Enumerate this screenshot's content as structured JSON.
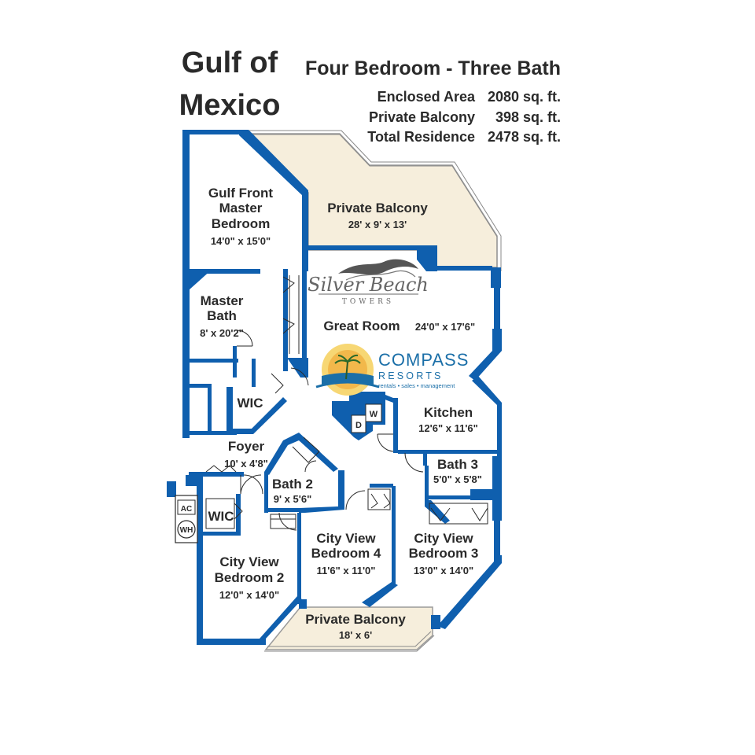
{
  "header": {
    "location_line1": "Gulf of",
    "location_line2": "Mexico",
    "unit_type": "Four Bedroom - Three Bath",
    "areas": [
      {
        "label": "Enclosed Area",
        "value": "2080 sq. ft."
      },
      {
        "label": "Private Balcony",
        "value": "398 sq. ft."
      },
      {
        "label": "Total Residence",
        "value": "2478 sq. ft."
      }
    ]
  },
  "rooms": {
    "master_bedroom": {
      "name_line1": "Gulf Front",
      "name_line2": "Master",
      "name_line3": "Bedroom",
      "dims": "14'0\" x 15'0\""
    },
    "balcony_top": {
      "name": "Private Balcony",
      "dims": "28' x 9' x 13'"
    },
    "master_bath": {
      "name_line1": "Master",
      "name_line2": "Bath",
      "dims": "8' x 20'2\""
    },
    "great_room": {
      "name": "Great Room",
      "dims": "24'0\" x 17'6\""
    },
    "wic_master": {
      "name": "WIC"
    },
    "kitchen": {
      "name": "Kitchen",
      "dims": "12'6\" x 11'6\""
    },
    "dryer": {
      "name": "D"
    },
    "washer": {
      "name": "W"
    },
    "foyer": {
      "name": "Foyer",
      "dims": "10' x 4'8\""
    },
    "bath3": {
      "name": "Bath 3",
      "dims": "5'0\" x 5'8\""
    },
    "bath2": {
      "name": "Bath 2",
      "dims": "9' x 5'6\""
    },
    "ac": {
      "name": "AC"
    },
    "wh": {
      "name": "WH"
    },
    "wic_bed2": {
      "name": "WIC"
    },
    "bedroom4": {
      "name_line1": "City View",
      "name_line2": "Bedroom 4",
      "dims": "11'6\" x 11'0\""
    },
    "bedroom3": {
      "name_line1": "City View",
      "name_line2": "Bedroom 3",
      "dims": "13'0\" x 14'0\""
    },
    "bedroom2": {
      "name_line1": "City View",
      "name_line2": "Bedroom 2",
      "dims": "12'0\" x 14'0\""
    },
    "balcony_bottom": {
      "name": "Private Balcony",
      "dims": "18' x 6'"
    }
  },
  "logos": {
    "silver_beach": {
      "line1": "Silver Beach",
      "line2": "TOWERS"
    },
    "compass": {
      "line1": "COMPASS",
      "line2": "RESORTS",
      "line3": "rentals • sales • management"
    }
  },
  "colors": {
    "wall": "#0f5fae",
    "balcony": "#f6eedc",
    "text": "#2a2a2a",
    "compass_blue": "#1b6fa8"
  }
}
